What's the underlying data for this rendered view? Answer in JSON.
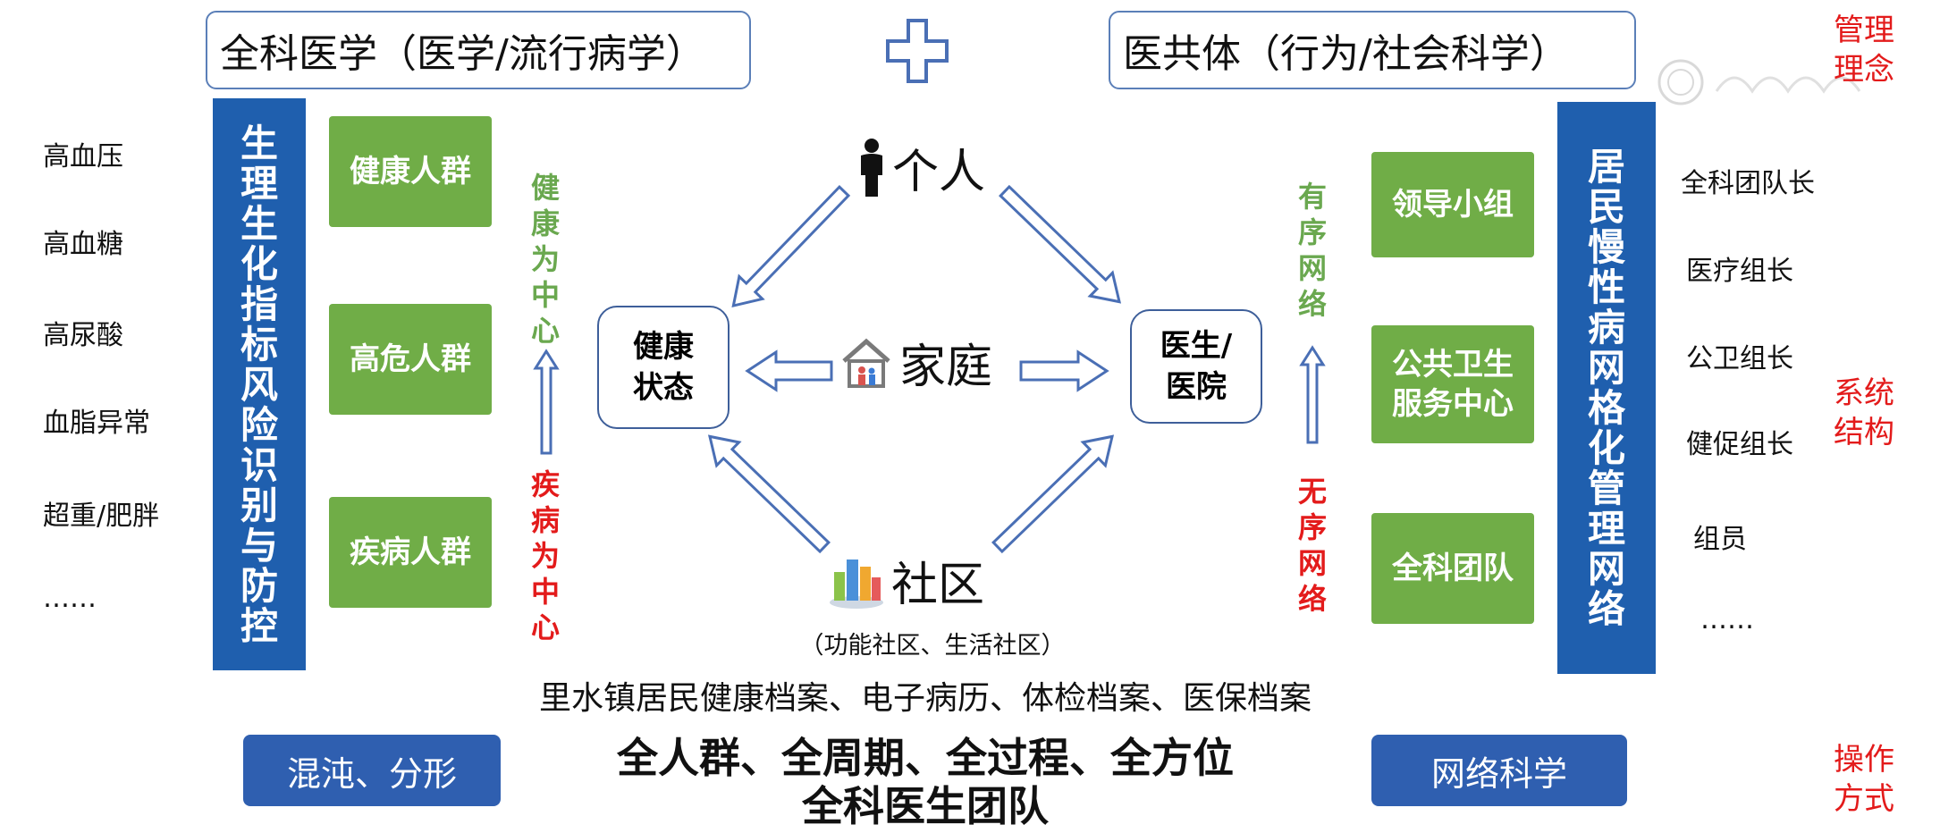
{
  "top": {
    "left_box": "全科医学（医学/流行病学）",
    "right_box": "医共体（行为/社会科学）"
  },
  "side_labels": {
    "management": "管理理念",
    "structure": "系统结构",
    "operation": "操作方式"
  },
  "left_list": [
    "高血压",
    "高血糖",
    "高尿酸",
    "血脂异常",
    "超重/肥胖",
    "……"
  ],
  "left_bar": "生理生化指标风险识别与防控",
  "green_left": [
    "健康人群",
    "高危人群",
    "疾病人群"
  ],
  "vertical_left": {
    "top": "健康为中心",
    "bottom": "疾病为中心",
    "top_color": "#6aa84f",
    "bottom_color": "#e31b1b"
  },
  "center": {
    "individual": "个人",
    "family": "家庭",
    "community": "社区",
    "community_sub": "（功能社区、生活社区）",
    "health_status": "健康状态",
    "doctor_hospital": "医生/医院"
  },
  "vertical_right": {
    "top": "有序网络",
    "bottom": "无序网络",
    "top_color": "#6aa84f",
    "bottom_color": "#e31b1b"
  },
  "green_right": [
    "领导小组",
    "公共卫生服务中心",
    "全科团队"
  ],
  "right_bar": "居民慢性病网格化管理网络",
  "right_list": [
    "全科团队长",
    "医疗组长",
    "公卫组长",
    "健促组长",
    "组员",
    "……"
  ],
  "bottom": {
    "records": "里水镇居民健康档案、电子病历、体检档案、医保档案",
    "slogan1": "全人群、全周期、全过程、全方位",
    "slogan2": "全科医生团队",
    "left_button": "混沌、分形",
    "right_button": "网络科学"
  },
  "colors": {
    "blue_bar": "#1f5fae",
    "green": "#70ad47",
    "red": "#e31b1b",
    "arrow": "#4a6fb5"
  },
  "icons": [
    "plus-icon",
    "person-icon",
    "house-icon",
    "buildings-icon",
    "watermark-seal-icon"
  ]
}
